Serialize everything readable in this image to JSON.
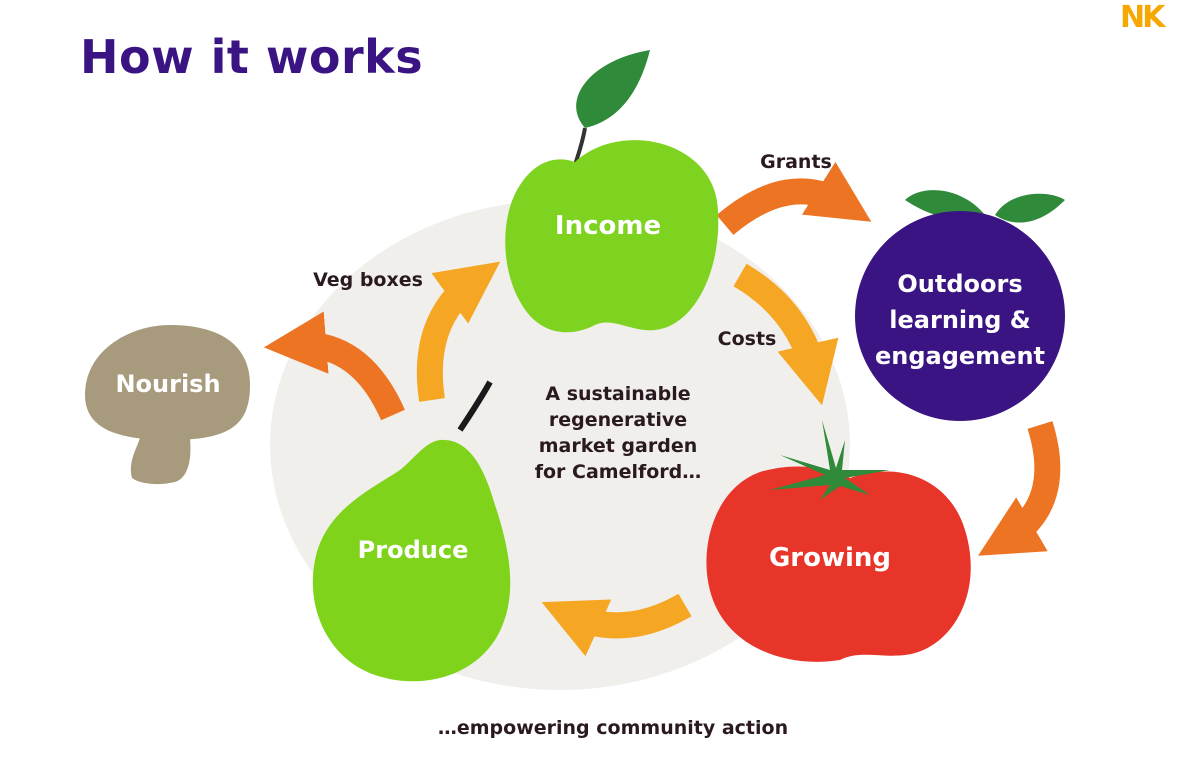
{
  "title": "How it works",
  "logo": "NK",
  "footer": "…empowering community action",
  "center_text": [
    "A sustainable",
    "regenerative",
    "market garden",
    "for Camelford…"
  ],
  "nodes": {
    "income": "Income",
    "outdoors": [
      "Outdoors",
      "learning &",
      "engagement"
    ],
    "growing": "Growing",
    "produce": "Produce",
    "nourish": "Nourish"
  },
  "edge_labels": {
    "grants": "Grants",
    "costs": "Costs",
    "veg_boxes": "Veg boxes"
  },
  "colors": {
    "title": "#3b1483",
    "apple": "#7ed321",
    "pear": "#7fd41b",
    "tomato": "#e8352a",
    "plum": "#3b1483",
    "mushroom": "#a89b7d",
    "arrow_orange": "#ec7422",
    "arrow_amber": "#f5a623",
    "leaf": "#2f8a3a",
    "logo": "#f5a800"
  }
}
